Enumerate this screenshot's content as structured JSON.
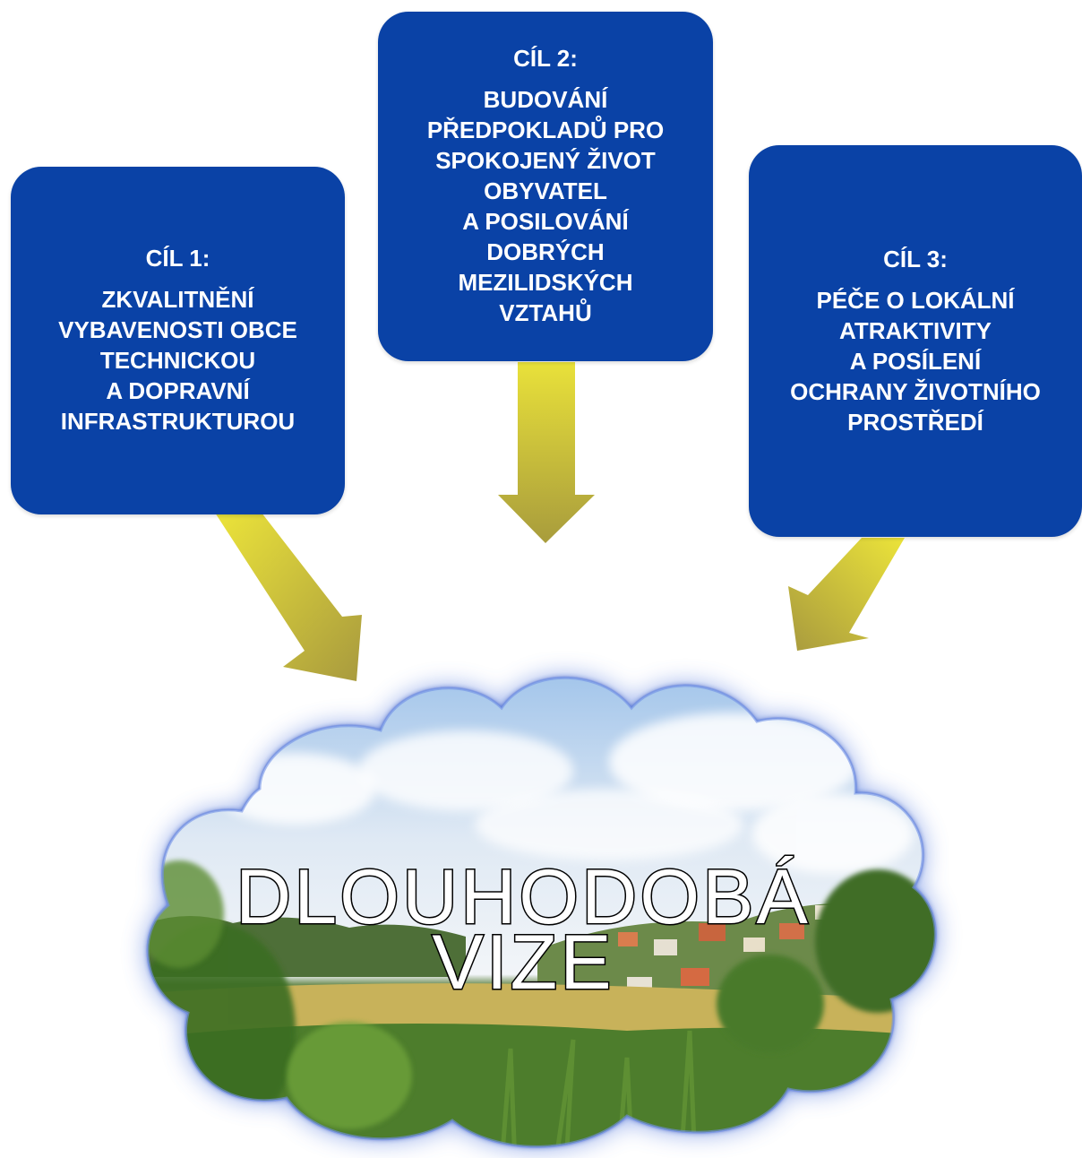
{
  "goals": [
    {
      "label": "CÍL 1:",
      "text": "ZKVALITNĚNÍ\nVYBAVENOSTI OBCE\nTECHNICKOU\nA DOPRAVNÍ\nINFRASTRUKTUROU"
    },
    {
      "label": "CÍL 2:",
      "text": "BUDOVÁNÍ\nPŘEDPOKLADŮ PRO\nSPOKOJENÝ ŽIVOT\nOBYVATEL\nA POSILOVÁNÍ\nDOBRÝCH\nMEZILIDSKÝCH\nVZTAHŮ"
    },
    {
      "label": "CÍL 3:",
      "text": "PÉČE O LOKÁLNÍ\nATRAKTIVITY\nA POSÍLENÍ\nOCHRANY ŽIVOTNÍHO\nPROSTŘEDÍ"
    }
  ],
  "vision": {
    "line1": "DLOUHODOBÁ",
    "line2": "VIZE"
  },
  "colors": {
    "goal_box": "#0a42a6",
    "arrow": "#c9bf3a",
    "cloud_glow": "#4a6fd6"
  }
}
